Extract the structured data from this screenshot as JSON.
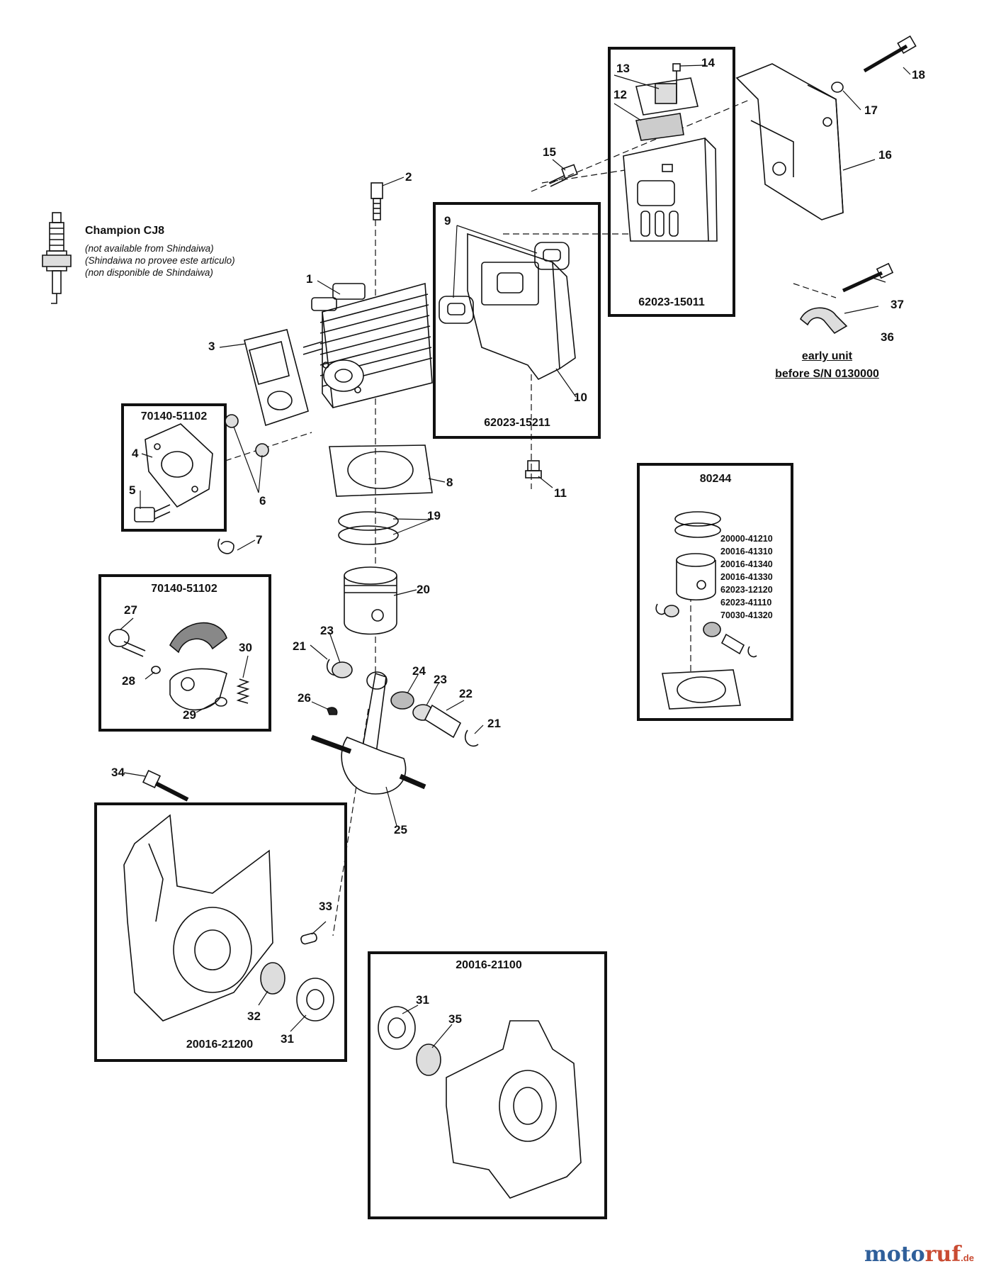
{
  "spark_plug": {
    "title": "Champion CJ8",
    "notes": [
      "(not available from Shindaiwa)",
      "(Shindaiwa no provee este articulo)",
      "(non disponible de Shindaiwa)"
    ]
  },
  "box_labels": {
    "muffler_cover": "62023-15011",
    "muffler_shield": "62023-15211",
    "insulator": "70140-51102",
    "clutch": "70140-51102",
    "piston_kit": "80244",
    "crankcase_left": "20016-21200",
    "crankcase_right": "20016-21100"
  },
  "piston_kit_numbers": [
    "20000-41210",
    "20016-41310",
    "20016-41340",
    "20016-41330",
    "62023-12120",
    "62023-41110",
    "70030-41320"
  ],
  "early_unit": {
    "line1": "early unit",
    "line2": "before S/N 0130000"
  },
  "callouts": {
    "c1": "1",
    "c2": "2",
    "c3": "3",
    "c4": "4",
    "c5": "5",
    "c6": "6",
    "c7": "7",
    "c8": "8",
    "c9": "9",
    "c10": "10",
    "c11": "11",
    "c12": "12",
    "c13": "13",
    "c14": "14",
    "c15": "15",
    "c16": "16",
    "c17": "17",
    "c18": "18",
    "c19": "19",
    "c20": "20",
    "c21a": "21",
    "c21b": "21",
    "c22": "22",
    "c23a": "23",
    "c23b": "23",
    "c24": "24",
    "c25": "25",
    "c26": "26",
    "c27": "27",
    "c28": "28",
    "c29": "29",
    "c30": "30",
    "c31a": "31",
    "c31b": "31",
    "c32": "32",
    "c33": "33",
    "c34": "34",
    "c35": "35",
    "c36": "36",
    "c37": "37"
  },
  "watermark": {
    "part1": "moto",
    "part2": "ruf",
    "suffix": ".de"
  }
}
